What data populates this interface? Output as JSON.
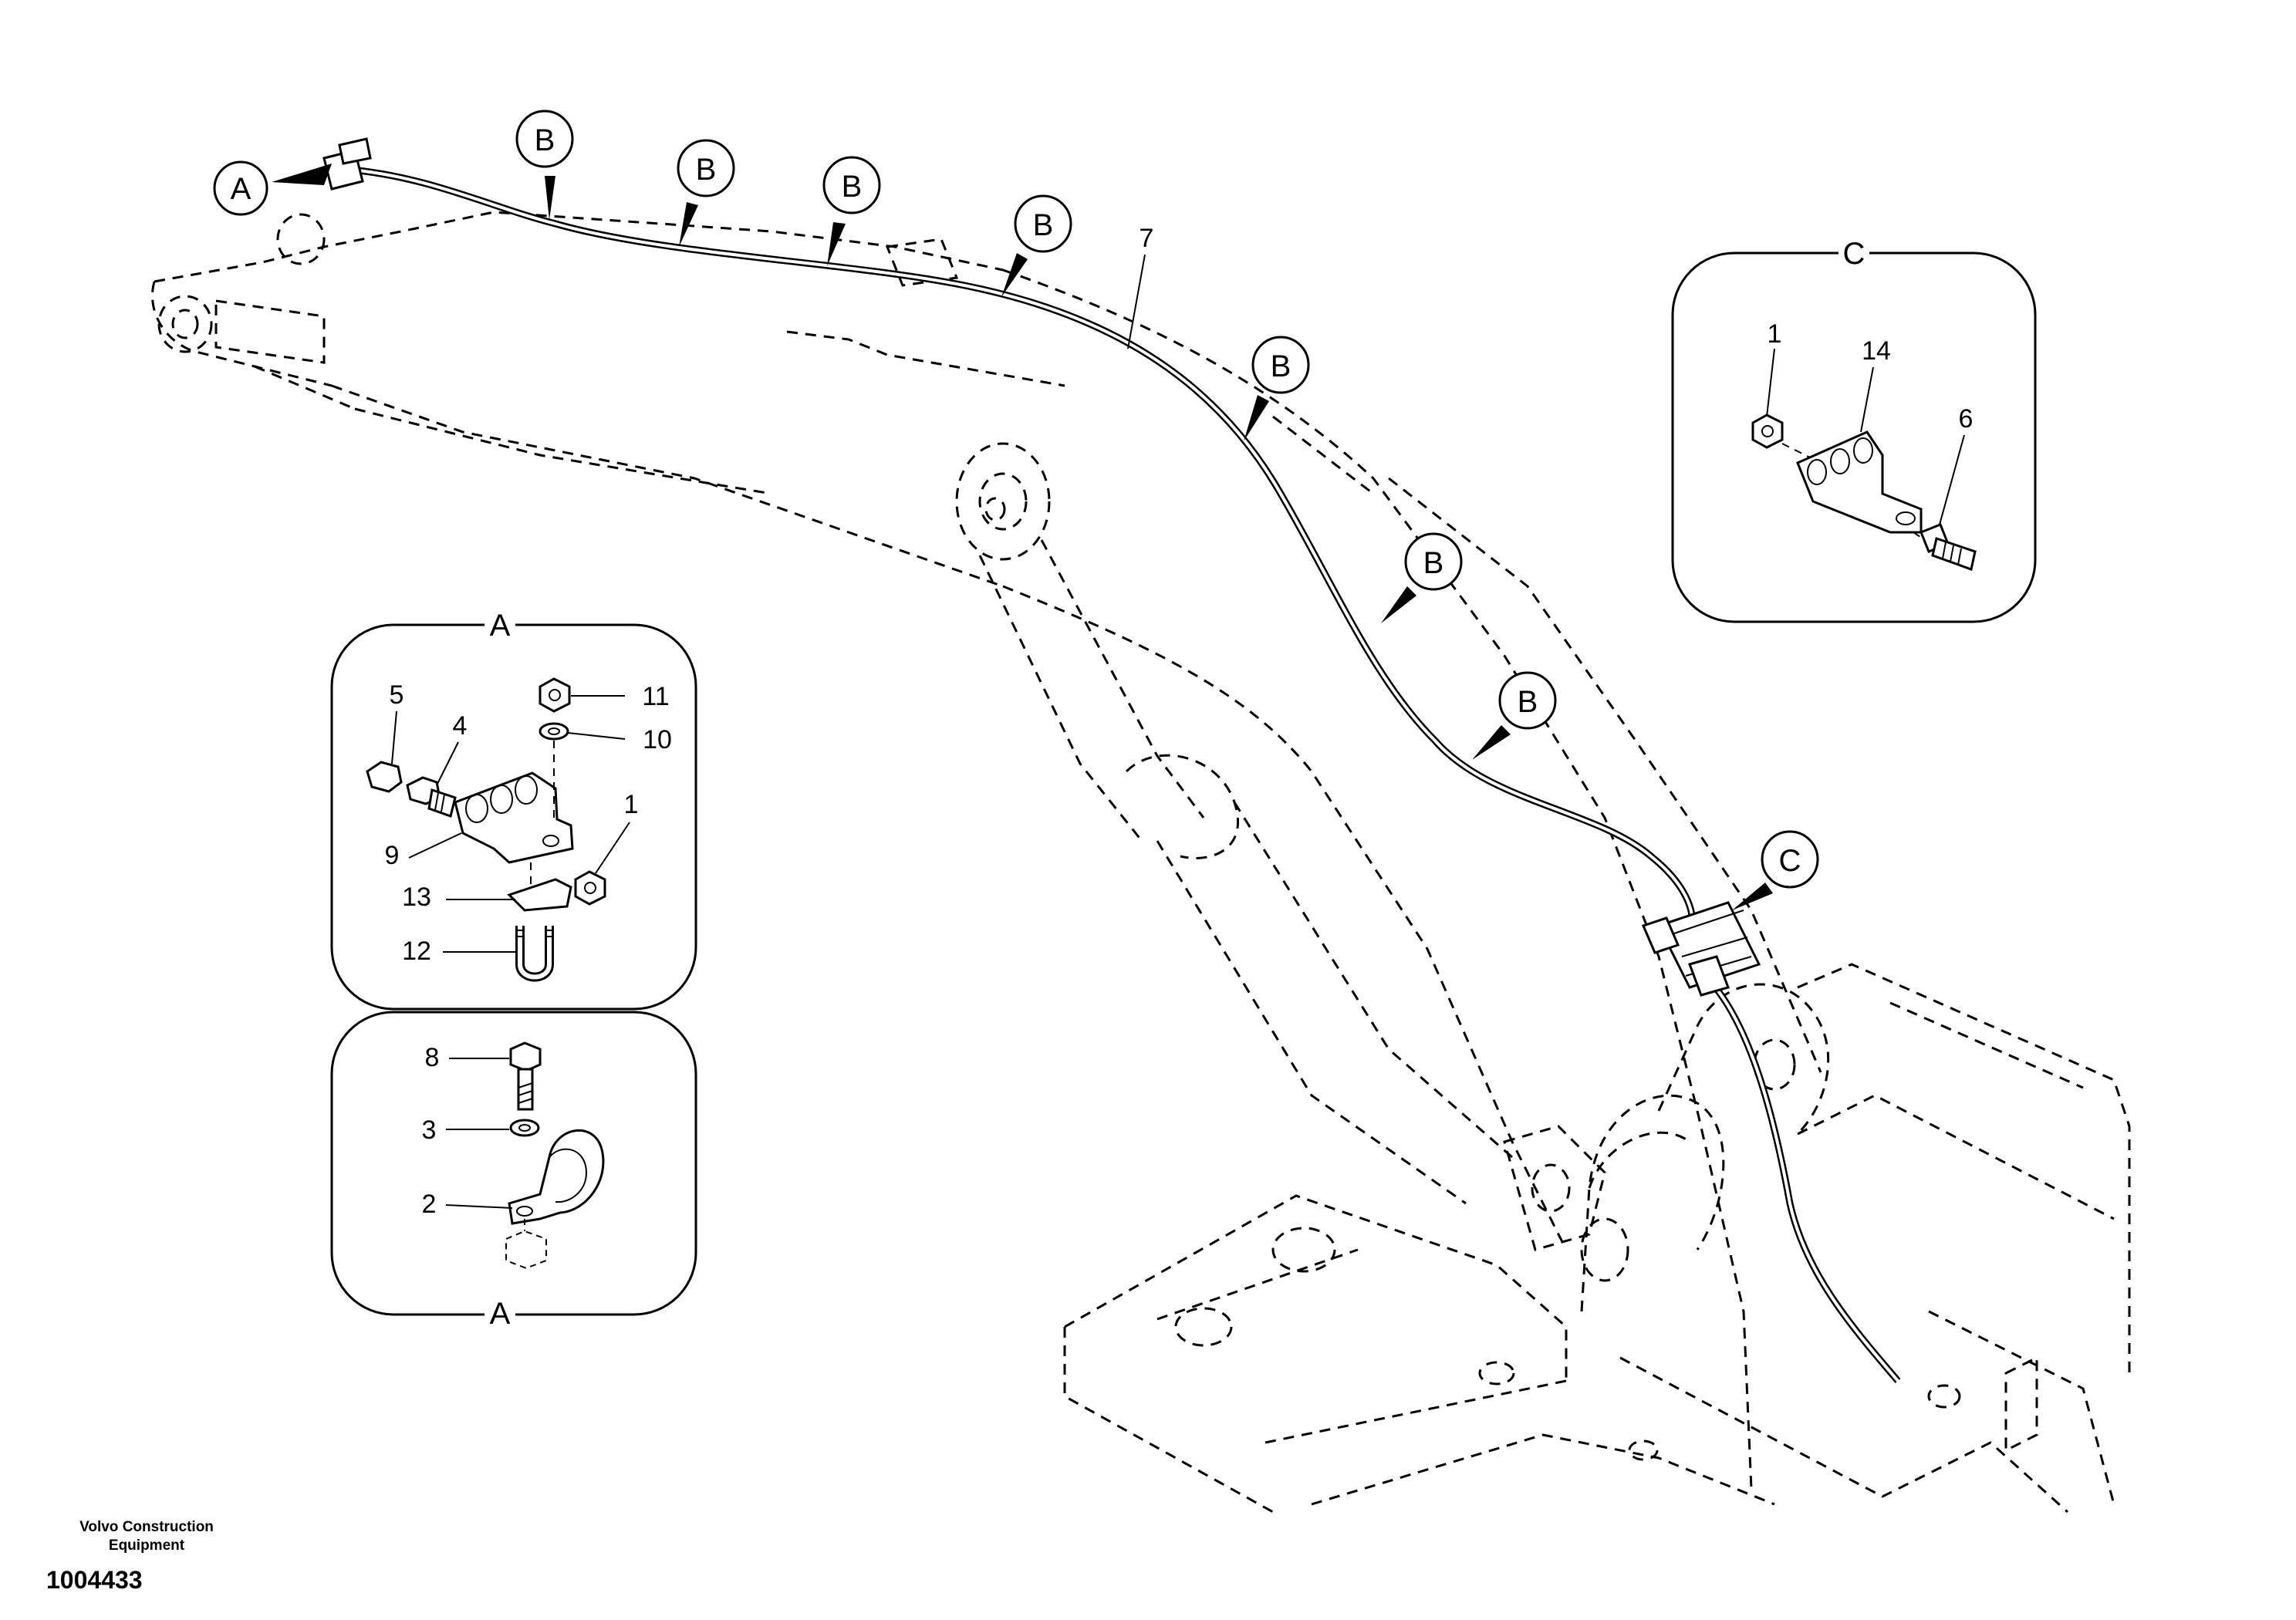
{
  "detail_markers": {
    "a": "A",
    "b": "B",
    "c": "C"
  },
  "panels": {
    "detail_a_top_title": "A",
    "detail_a_bottom_title": "A",
    "detail_c_title": "C"
  },
  "part_numbers": {
    "p1": "1",
    "p2": "2",
    "p3": "3",
    "p4": "4",
    "p5": "5",
    "p6": "6",
    "p7": "7",
    "p8": "8",
    "p9": "9",
    "p10": "10",
    "p11": "11",
    "p12": "12",
    "p13": "13",
    "p14": "14"
  },
  "footer": {
    "brand_line1": "Volvo Construction",
    "brand_line2": "Equipment",
    "doc_number": "1004433"
  }
}
